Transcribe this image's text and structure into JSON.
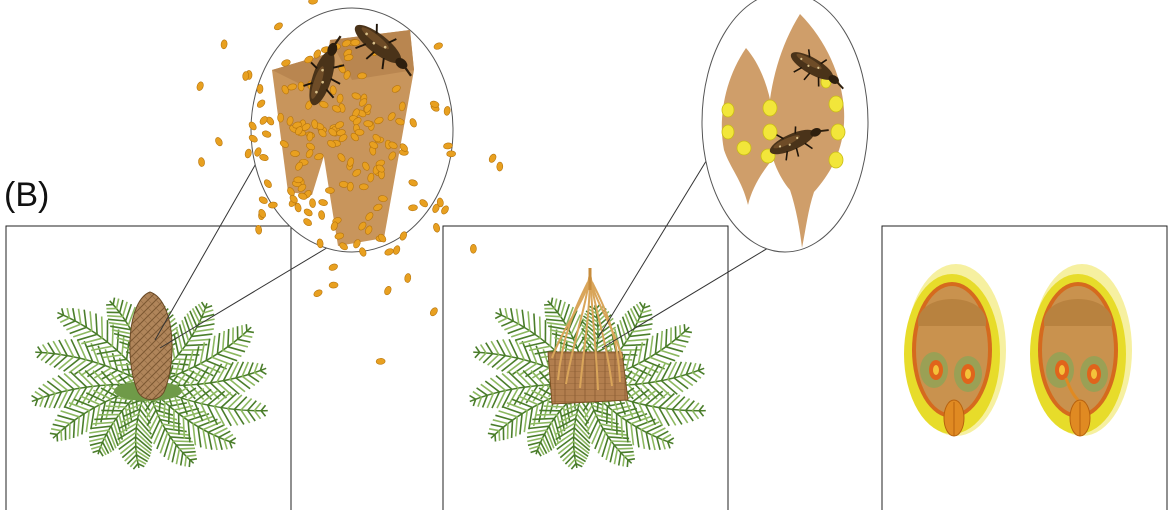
{
  "panel_label": "(B)",
  "panels": [
    {
      "id": "male-cone-plant",
      "icon": "cycad-male-cone-icon",
      "inset_icon": "microsporophyll-with-weevils-icon"
    },
    {
      "id": "female-cone-plant",
      "icon": "cycad-female-cone-icon",
      "inset_icon": "megasporophyll-with-weevils-icon"
    },
    {
      "id": "ovules",
      "icon": "ovule-cross-section-icon"
    }
  ],
  "colors": {
    "leaf_dark": "#4a7d2a",
    "leaf_light": "#8cb860",
    "cone_brown": "#b0855a",
    "pollen_orange": "#e8a020",
    "sporophyll_tan": "#cf9e6a",
    "ovule_yellow": "#f2e63a",
    "beetle": "#4a3319"
  }
}
